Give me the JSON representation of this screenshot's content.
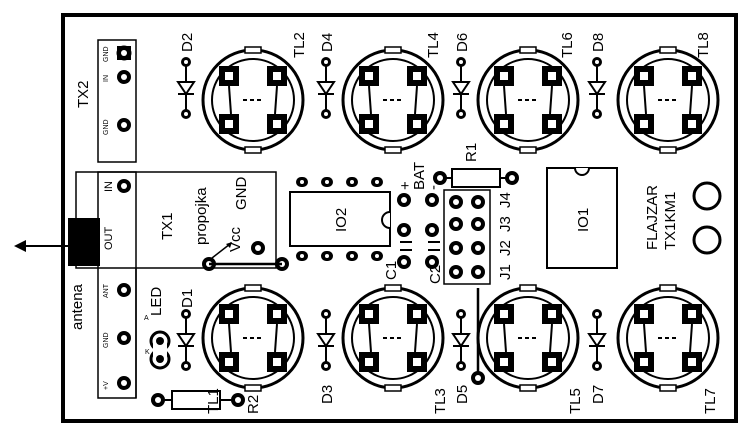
{
  "title": "",
  "components": {
    "switches": [
      "TL1",
      "TL2",
      "TL3",
      "TL4",
      "TL5",
      "TL6",
      "TL7",
      "TL8"
    ],
    "diodes": [
      "D1",
      "D2",
      "D3",
      "D4",
      "D5",
      "D6",
      "D7",
      "D8"
    ],
    "resistors": [
      "R1",
      "R2"
    ],
    "capacitors": [
      "C1",
      "C2"
    ],
    "ics": [
      "IO1",
      "IO2"
    ],
    "jumpers": [
      "J1",
      "J2",
      "J3",
      "J4"
    ]
  },
  "labels": {
    "tx1": "TX1",
    "tx2": "TX2",
    "propojka": "propojka",
    "vcc": "Vcc",
    "gnd": "GND",
    "in": "IN",
    "out": "OUT",
    "antena": "antena",
    "led": "LED",
    "led_a": "A",
    "led_k": "K",
    "bat_plus": "+",
    "bat": "BAT",
    "bat_minus": "-",
    "flajzar": "FLAJZAR",
    "model": "TX1KM1",
    "tx2_pins": [
      "GND",
      "IN",
      "GND"
    ],
    "tx1_pins": [
      "ANT",
      "GND",
      "+V"
    ]
  }
}
